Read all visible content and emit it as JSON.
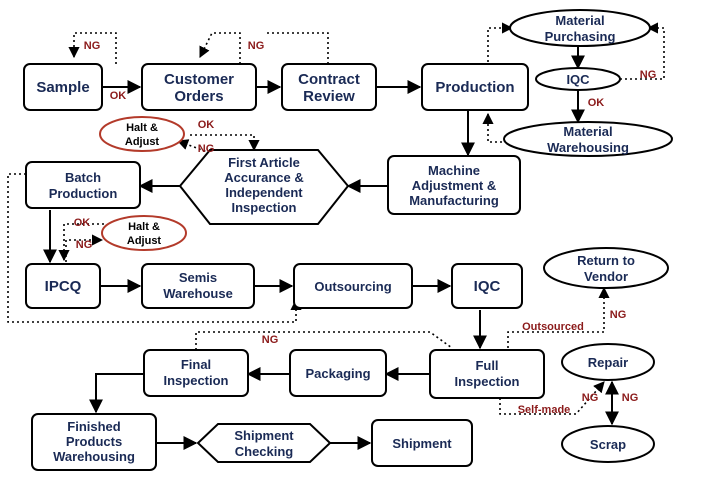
{
  "nodes": {
    "sample": "Sample",
    "customer_orders": [
      "Customer",
      "Orders"
    ],
    "contract_review": [
      "Contract",
      "Review"
    ],
    "production": "Production",
    "material_purchasing": [
      "Material",
      "Purchasing"
    ],
    "iqc_top": "IQC",
    "material_warehousing": [
      "Material",
      "Warehousing"
    ],
    "halt_adjust_1": [
      "Halt &",
      "Adjust"
    ],
    "first_article": [
      "First Article",
      "Accurance &",
      "Independent",
      "Inspection"
    ],
    "machine_adjustment": [
      "Machine",
      "Adjustment &",
      "Manufacturing"
    ],
    "batch_production": [
      "Batch",
      "Production"
    ],
    "halt_adjust_2": [
      "Halt &",
      "Adjust"
    ],
    "ipcq": "IPCQ",
    "semis_warehouse": [
      "Semis",
      "Warehouse"
    ],
    "outsourcing": "Outsourcing",
    "iqc_mid": "IQC",
    "return_vendor": [
      "Return to",
      "Vendor"
    ],
    "final_inspection": [
      "Final",
      "Inspection"
    ],
    "packaging": "Packaging",
    "full_inspection": [
      "Full",
      "Inspection"
    ],
    "repair": "Repair",
    "finished_products": [
      "Finished",
      "Products",
      "Warehousing"
    ],
    "shipment_checking": [
      "Shipment",
      "Checking"
    ],
    "shipment": "Shipment",
    "scrap": "Scrap"
  },
  "tags": {
    "ng": "NG",
    "ok": "OK",
    "outsourced": "Outsourced",
    "self_made": "Self-made"
  },
  "colors": {
    "text": "#1a2a55",
    "tag": "#8b1a1a",
    "oval_border": "#b33a2a"
  }
}
